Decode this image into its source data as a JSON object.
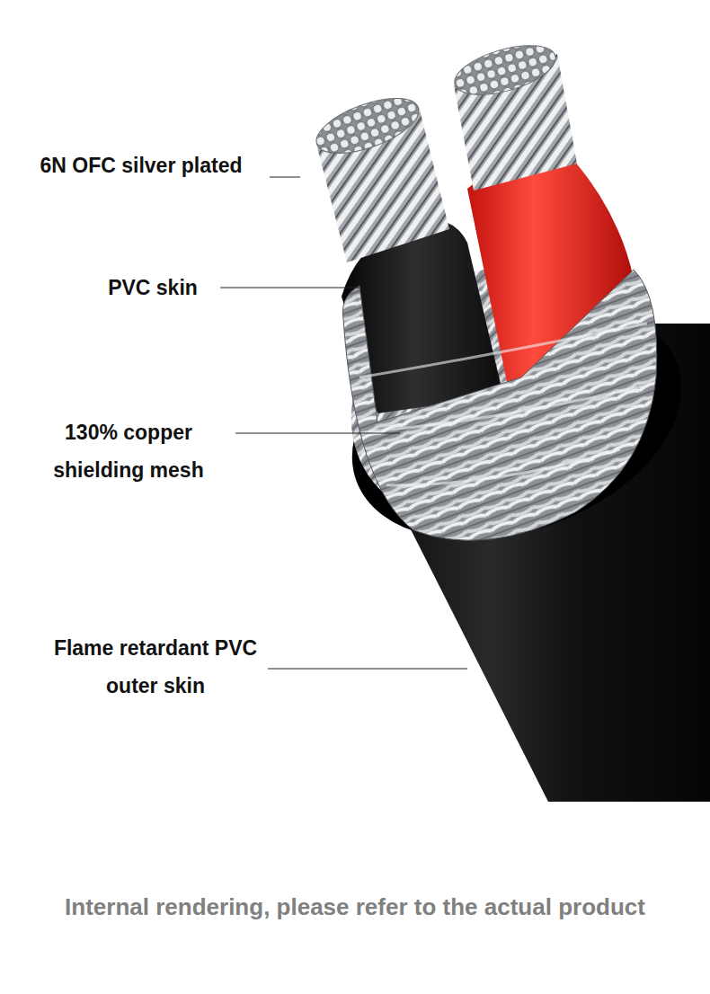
{
  "diagram": {
    "caption": "Internal rendering, please refer to the actual product",
    "labels": [
      "6N OFC silver plated",
      "PVC skin",
      "130% copper shielding mesh",
      "Flame retardant PVC outer skin"
    ]
  }
}
